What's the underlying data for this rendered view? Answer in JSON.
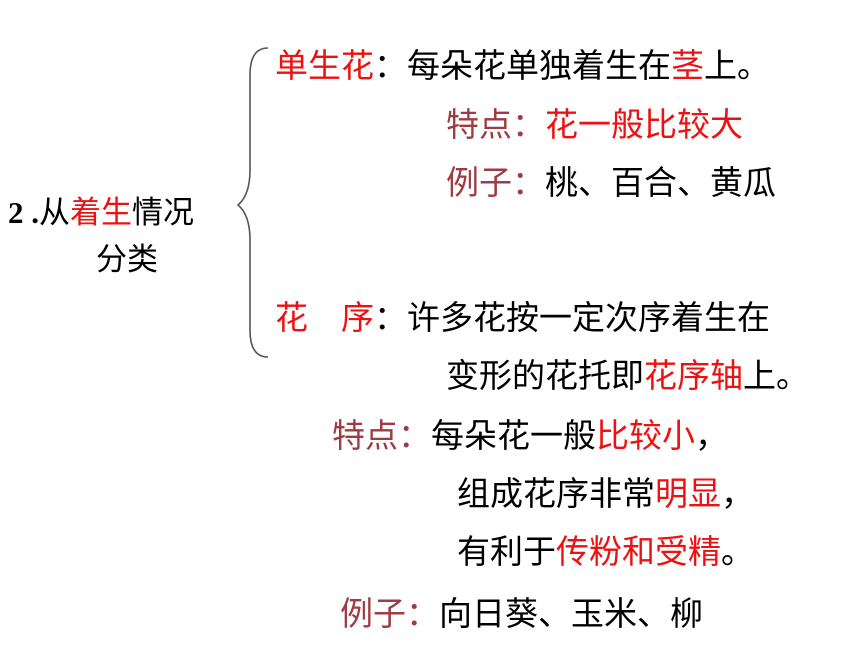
{
  "heading": {
    "number": "2 .",
    "line1_a": "从",
    "line1_b": "着生",
    "line1_c": "情况",
    "line2": "分类"
  },
  "solitary": {
    "term": "单生花",
    "colon": "：",
    "def_a": "每朵花单独着生在",
    "def_b": "茎",
    "def_c": "上。",
    "feat_label": "特点：",
    "feat_text": "花一般比较大",
    "ex_label": "例子：",
    "ex_text": "桃、百合、黄瓜"
  },
  "inflorescence": {
    "term": "花　序",
    "colon": "：",
    "def_line1": "许多花按一定次序着生在",
    "def_line2_a": "变形的花托即",
    "def_line2_b": "花序轴",
    "def_line2_c": "上。",
    "feat_label": "特点：",
    "feat1_a": "每朵花一般",
    "feat1_b": "比较小",
    "feat1_c": "，",
    "feat2_a": "组成花序非常",
    "feat2_b": "明显",
    "feat2_c": "，",
    "feat3_a": "有利于",
    "feat3_b": "传粉和受精",
    "feat3_c": "。",
    "ex_label": "例子：",
    "ex_text": "向日葵、玉米、柳"
  },
  "colors": {
    "emphasis": "#ee1111",
    "label": "#9e3b43",
    "text": "#000000",
    "brace": "#555555"
  }
}
